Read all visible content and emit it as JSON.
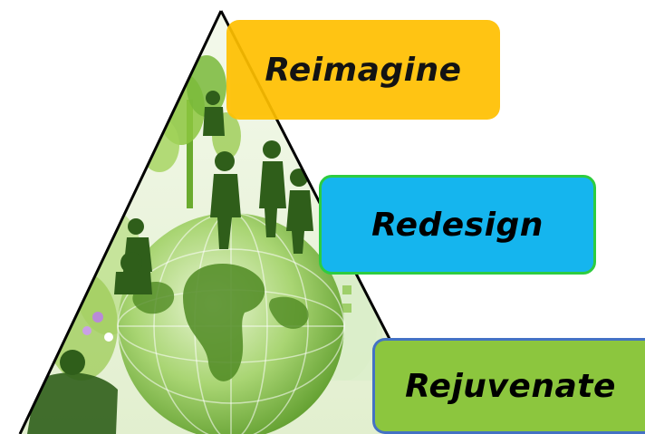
{
  "diagram": {
    "steps": [
      {
        "label": "Reimagine"
      },
      {
        "label": "Redesign"
      },
      {
        "label": "Rejuvenate"
      }
    ]
  },
  "colors": {
    "reimagine_fill": "#ffc000",
    "redesign_fill": "#15b5ee",
    "redesign_border": "#2ecc40",
    "rejuvenate_fill": "#8cc63e",
    "rejuvenate_border": "#4472c4",
    "triangle_outline": "#000000",
    "globe_light": "#c8e6a0",
    "globe_dark": "#5a9a2a",
    "foliage": "#6aab2e",
    "silhouette": "#2f5e1a"
  },
  "icons": [
    "globe-icon",
    "tree-icon",
    "people-silhouette-icon"
  ]
}
